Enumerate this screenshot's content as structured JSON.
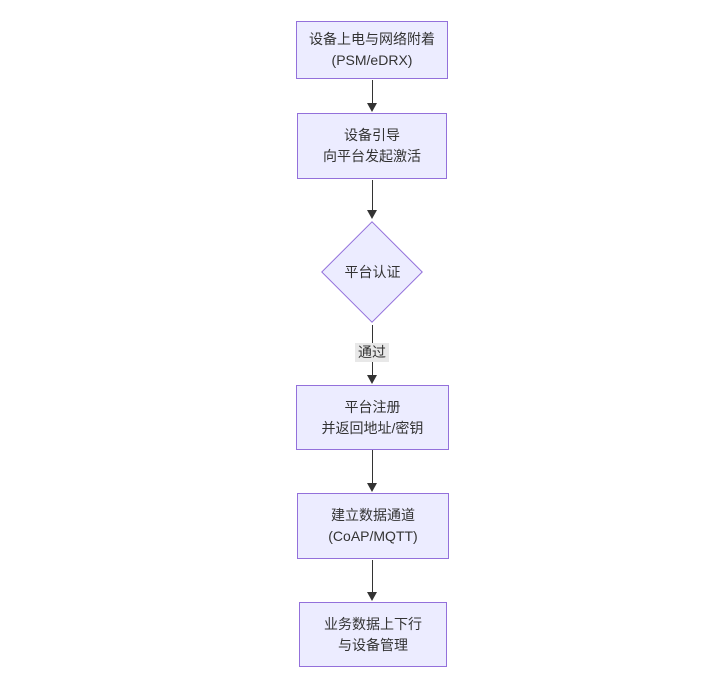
{
  "diagram": {
    "type": "flowchart",
    "direction": "top-down",
    "colors": {
      "node_fill": "#ECECFF",
      "node_border": "#9370DB",
      "text_color": "#333333",
      "arrow_color": "#333333",
      "edge_label_bg": "#e8e8e8",
      "canvas_bg": "#ffffff"
    },
    "nodes": [
      {
        "id": "power-attach",
        "shape": "rect",
        "line1": "设备上电与网络附着",
        "line2": "(PSM/eDRX)"
      },
      {
        "id": "bootstrap",
        "shape": "rect",
        "line1": "设备引导",
        "line2": "向平台发起激活"
      },
      {
        "id": "platform-auth",
        "shape": "diamond",
        "line1": "平台认证"
      },
      {
        "id": "platform-register",
        "shape": "rect",
        "line1": "平台注册",
        "line2": "并返回地址/密钥"
      },
      {
        "id": "data-channel",
        "shape": "rect",
        "line1": "建立数据通道",
        "line2": "(CoAP/MQTT)"
      },
      {
        "id": "business-data",
        "shape": "rect",
        "line1": "业务数据上下行",
        "line2": "与设备管理"
      }
    ],
    "edges": [
      {
        "from": "power-attach",
        "to": "bootstrap",
        "label": ""
      },
      {
        "from": "bootstrap",
        "to": "platform-auth",
        "label": ""
      },
      {
        "from": "platform-auth",
        "to": "platform-register",
        "label": "通过"
      },
      {
        "from": "platform-register",
        "to": "data-channel",
        "label": ""
      },
      {
        "from": "data-channel",
        "to": "business-data",
        "label": ""
      }
    ]
  }
}
